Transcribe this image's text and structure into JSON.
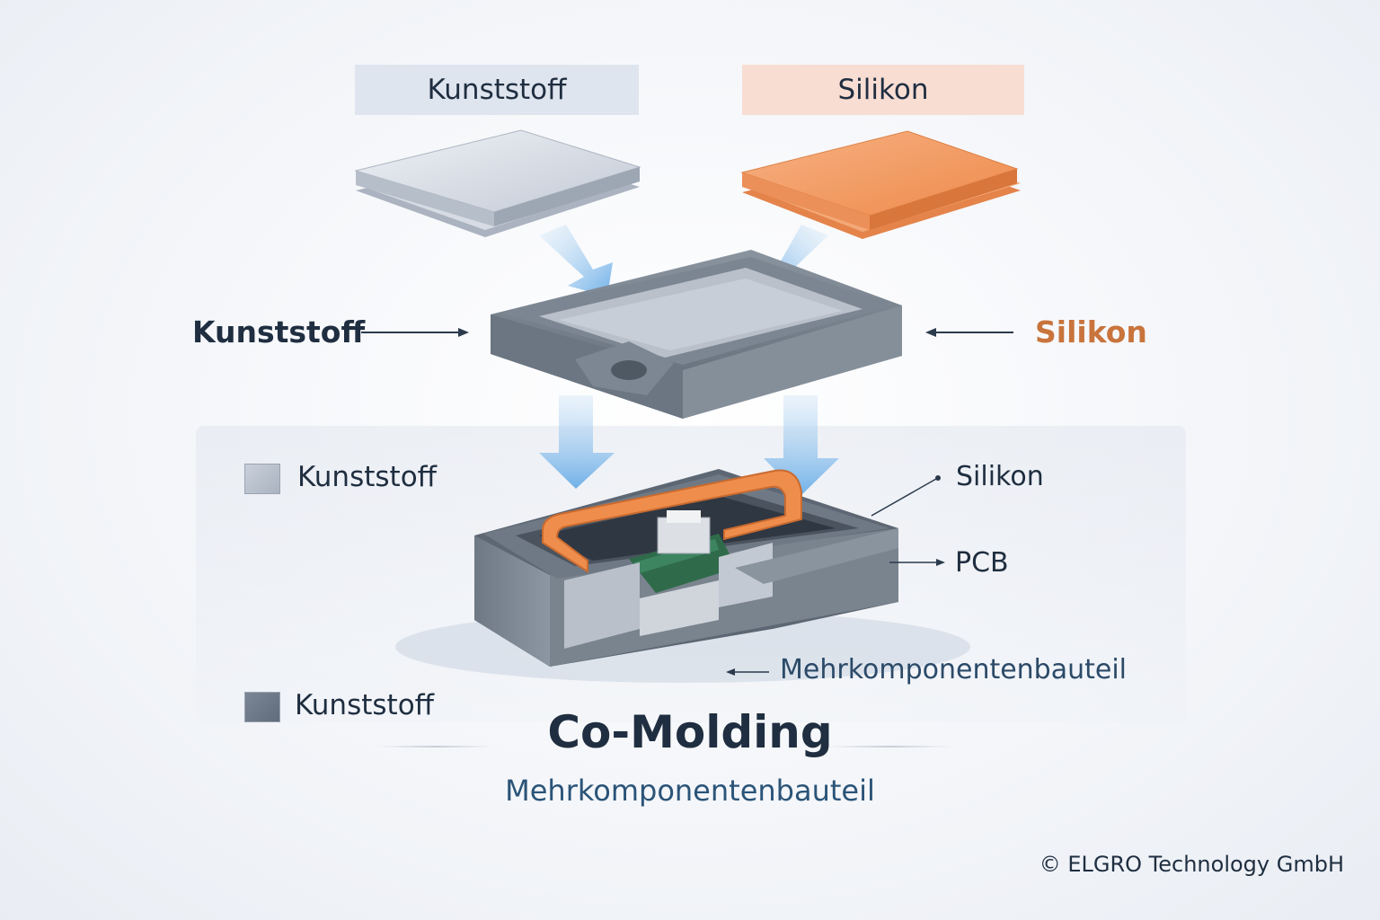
{
  "tags": {
    "kunststoff": "Kunststoff",
    "silikon": "Silikon"
  },
  "side_labels": {
    "left": "Kunststoff",
    "right": "Silikon"
  },
  "legend": {
    "light": "Kunststoff",
    "dark": "Kunststoff"
  },
  "callouts": {
    "silikon": "Silikon",
    "pcb": "PCB",
    "mehrkomponentenbauteil": "Mehrkomponentenbauteil"
  },
  "title": "Co-Molding",
  "subtitle": "Mehrkomponentenbauteil",
  "copyright": "© ELGRO Technology GmbH",
  "colors": {
    "kunststoff_light": "#c7ced8",
    "kunststoff_dark": "#66717f",
    "silikon": "#ef9350",
    "arrow_blue": "#7fb6e6",
    "silikon_text": "#c8743c",
    "pcb_green": "#2f6b4a"
  }
}
